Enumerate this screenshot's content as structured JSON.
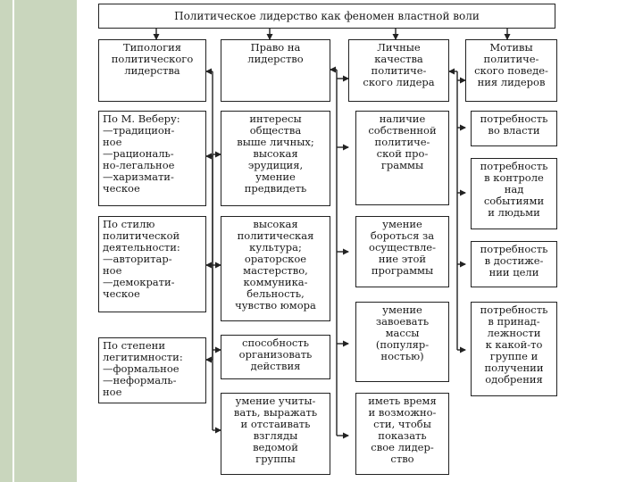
{
  "colors": {
    "side_panel": "#c9d6bd",
    "border": "#222222",
    "text": "#1a1a1a"
  },
  "diagram": {
    "title": "Политическое лидерство как феномен властной воли",
    "columns": [
      {
        "header": "Типология\nполитического\nлидерства",
        "items": [
          "По М. Веберу:\n—традицион-\nное\n—рациональ-\nно-легальное\n—харизмати-\nческое",
          "По стилю\nполитической\nдеятельности:\n—авторитар-\nное\n—демократи-\nческое",
          "По степени\nлегитимности:\n—формальное\n—неформаль-\nное"
        ]
      },
      {
        "header": "Право на\nлидерство",
        "items": [
          "интересы\nобщества\nвыше личных;\nвысокая\nэрудиция,\nумение\nпредвидеть",
          "высокая\nполитическая\nкультура;\nораторское\nмастерство,\nкоммуника-\nбельность,\nчувство юмора",
          "способность\nорганизовать\nдействия",
          "умение учиты-\nвать, выражать\nи отстаивать\nвзгляды\nведомой\nгруппы"
        ]
      },
      {
        "header": "Личные\nкачества\nполитиче-\nского лидера",
        "items": [
          "наличие\nсобственной\nполитиче-\nской про-\nграммы",
          "умение\nбороться за\nосуществле-\nние этой\nпрограммы",
          "умение\nзавоевать\nмассы\n(популяр-\nностью)",
          "иметь время\nи возможно-\nсти, чтобы\nпоказать\nсвое лидер-\nство"
        ]
      },
      {
        "header": "Мотивы\nполитиче-\nского поведе-\nния лидеров",
        "items": [
          "потребность\nво власти",
          "потребность\nв контроле\nнад\nсобытиями\nи людьми",
          "потребность\nв достиже-\nнии цели",
          "потребность\nв принад-\nлежности\nк какой-то\nгруппе и\nполучении\nодобрения"
        ]
      }
    ]
  }
}
